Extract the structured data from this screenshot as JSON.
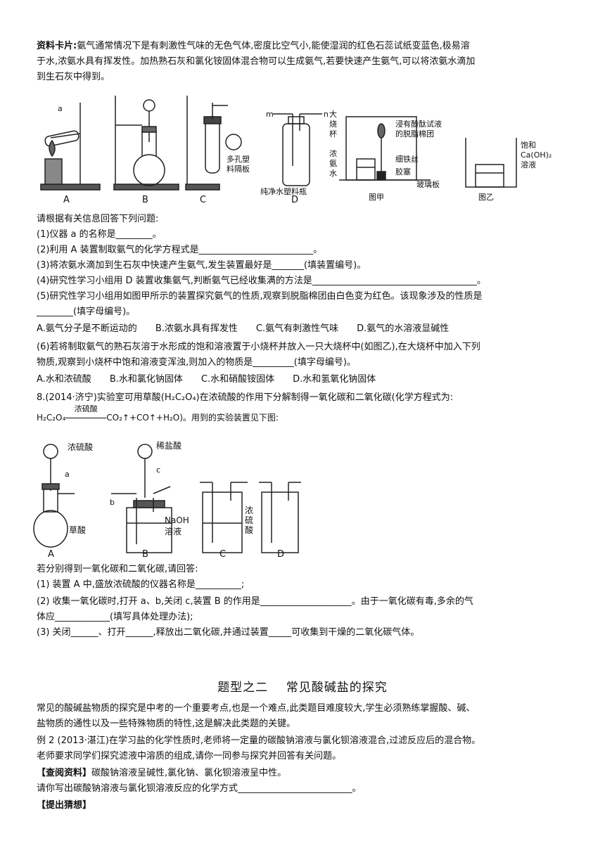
{
  "intro": {
    "label": "资料卡片:",
    "line1": "氨气通常情况下是有刺激性气味的无色气体,密度比空气小,能使湿润的红色石蕊试纸变蓝色,极易溶",
    "line2": "于水,浓氨水具有挥发性。加热熟石灰和氯化铵固体混合物可以生成氨气,若要快速产生氨气,可以将浓氨水滴加",
    "line3": "到生石灰中得到。"
  },
  "figure1": {
    "label_a": "a",
    "label_A": "A",
    "label_B": "B",
    "label_C": "C",
    "label_D": "D",
    "perforated": [
      "多孔塑",
      "料隔板"
    ],
    "m": "m",
    "n": "n",
    "bottle": "纯净水塑料瓶",
    "big_beaker": [
      "大",
      "烧",
      "杯"
    ],
    "conc_ammonia": [
      "浓",
      "氨",
      "水"
    ],
    "cotton": [
      "浸有酚酞试液",
      "的脱脂棉团"
    ],
    "wire": "细铁丝",
    "stopper": "胶塞",
    "glass": "玻璃板",
    "fig_jia": "图甲",
    "saturated": [
      "饱和",
      "Ca(OH)₂",
      "溶液"
    ],
    "fig_yi": "图乙"
  },
  "q7": {
    "prompt": "请根据有关信息回答下列问题:",
    "q1": "(1)仪器 a 的名称是________。",
    "q2": "(2)利用 A 装置制取氨气的化学方程式是_________________________。",
    "q3": "(3)将浓氨水滴加到生石灰中快速产生氨气,发生装置最好是_______(填装置编号)。",
    "q4": "(4)研究性学习小组用 D 装置收集氨气,判断氨气已经收集满的方法是____________________________________。",
    "q5a": "(5)研究性学习小组用如图甲所示的装置探究氨气的性质,观察到脱脂棉团由白色变为红色。该现象涉及的性质是",
    "q5b": "________(填字母编号)。",
    "q5opts": [
      "A.氨气分子是不断运动的",
      "B.浓氨水具有挥发性",
      "C.氨气有刺激性气味",
      "D.氨气的水溶液显碱性"
    ],
    "q6a": "(6)若将制取氨气的熟石灰溶于水形成的饱和溶液置于小烧杯并放入一只大烧杯中(如图乙),在大烧杯中加入下列",
    "q6b": "物质,观察到小烧杯中饱和溶液变浑浊,则加入的物质是_________(填字母编号)。",
    "q6opts": [
      "A.水和浓硫酸",
      "B.水和氯化钠固体",
      "C.水和硝酸铵固体",
      "D.水和氢氧化钠固体"
    ]
  },
  "q8": {
    "line1": "8.(2014·济宁)实验室可用草酸(H₂C₂O₄)在浓硫酸的作用下分解制得一氧化碳和二氧化碳(化学方程式为:",
    "formula_left": "H₂C₂O₄",
    "formula_cond": "浓硫酸",
    "formula_right": "CO₂↑+CO↑+H₂O)。用到的实验装置见下图:",
    "prompt": "若分别得到一氧化碳和二氧化碳,请回答:",
    "s1": "(1) 装置 A 中,盛放浓硫酸的仪器名称是__________;",
    "s2a": "(2) 收集一氧化碳时,打开 a、b,关闭 c,装置 B 的作用是____________________。由于一氧化碳有毒,多余的气",
    "s2b": "体应____________(填写具体处理办法);",
    "s3": "(3) 关闭______、打开______,释放出二氧化碳,并通过装置_____可收集到干燥的二氧化碳气体。"
  },
  "figure2": {
    "conc_acid": "浓硫酸",
    "a": "a",
    "oxalic": "草酸",
    "A": "A",
    "dilute_hcl": "稀盐酸",
    "b": "b",
    "c": "c",
    "naoh": [
      "NaOH",
      "溶液"
    ],
    "B": "B",
    "conc_acid_c": [
      "浓",
      "硫",
      "酸"
    ],
    "C": "C",
    "D": "D"
  },
  "section2": {
    "title": "题型之二    常见酸碱盐的探究",
    "p1": "常见的酸碱盐物质的探究是中考的一个重要考点,也是一个难点,此类题目难度较大,学生必须熟练掌握酸、碱、",
    "p2": "盐物质的通性以及一些特殊物质的特性,这是解决此类题的关键。",
    "ex1": "例 2 (2013·湛江)在学习盐的化学性质时,老师将一定量的碳酸钠溶液与氯化钡溶液混合,过滤反应后的混合物。",
    "ex2": "老师要求同学们探究滤液中溶质的组成,请你一同参与探究并回答有关问题。",
    "lookup_label": "【查阅资料】",
    "lookup_text": "碳酸钠溶液呈碱性,氯化钠、氯化钡溶液呈中性。",
    "ask": "请你写出碳酸钠溶液与氯化钡溶液反应的化学方式_________________________。",
    "guess_label": "【提出猜想】"
  }
}
